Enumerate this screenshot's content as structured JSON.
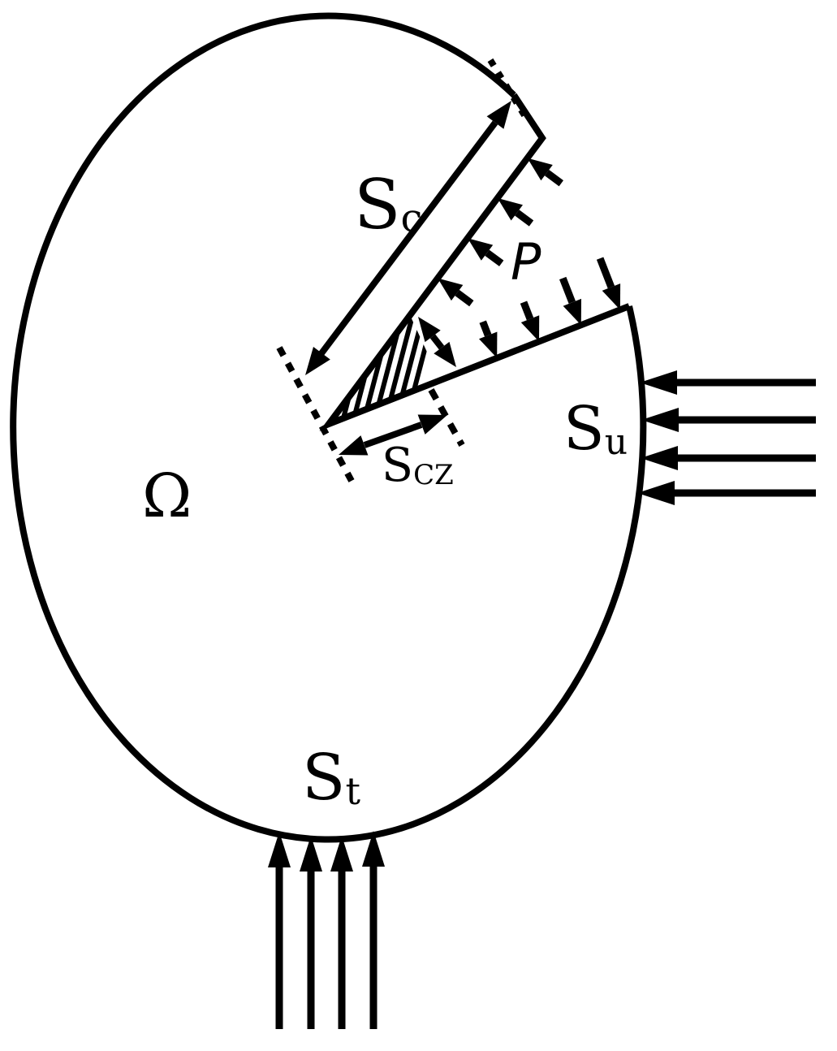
{
  "figure": {
    "description": "Schematic of a cracked elliptical domain with cohesive zone, crack-face pressure and boundary loads",
    "colors": {
      "ink": "#000000",
      "background": "#ffffff"
    },
    "labels": {
      "domain": "Ω",
      "crack_surface_main": "S",
      "crack_surface_sub": "c",
      "pressure": "P",
      "cohesive_zone_main": "S",
      "cohesive_zone_sub": "CZ",
      "displacement_surface_main": "S",
      "displacement_surface_sub": "u",
      "traction_surface_main": "S",
      "traction_surface_sub": "t"
    },
    "counts": {
      "upper_crack_face_pressure_arrows": 4,
      "lower_crack_face_pressure_arrows": 4,
      "right_boundary_load_arrows": 4,
      "bottom_boundary_load_arrows": 4,
      "cohesive_traction_double_arrows": 1
    }
  }
}
